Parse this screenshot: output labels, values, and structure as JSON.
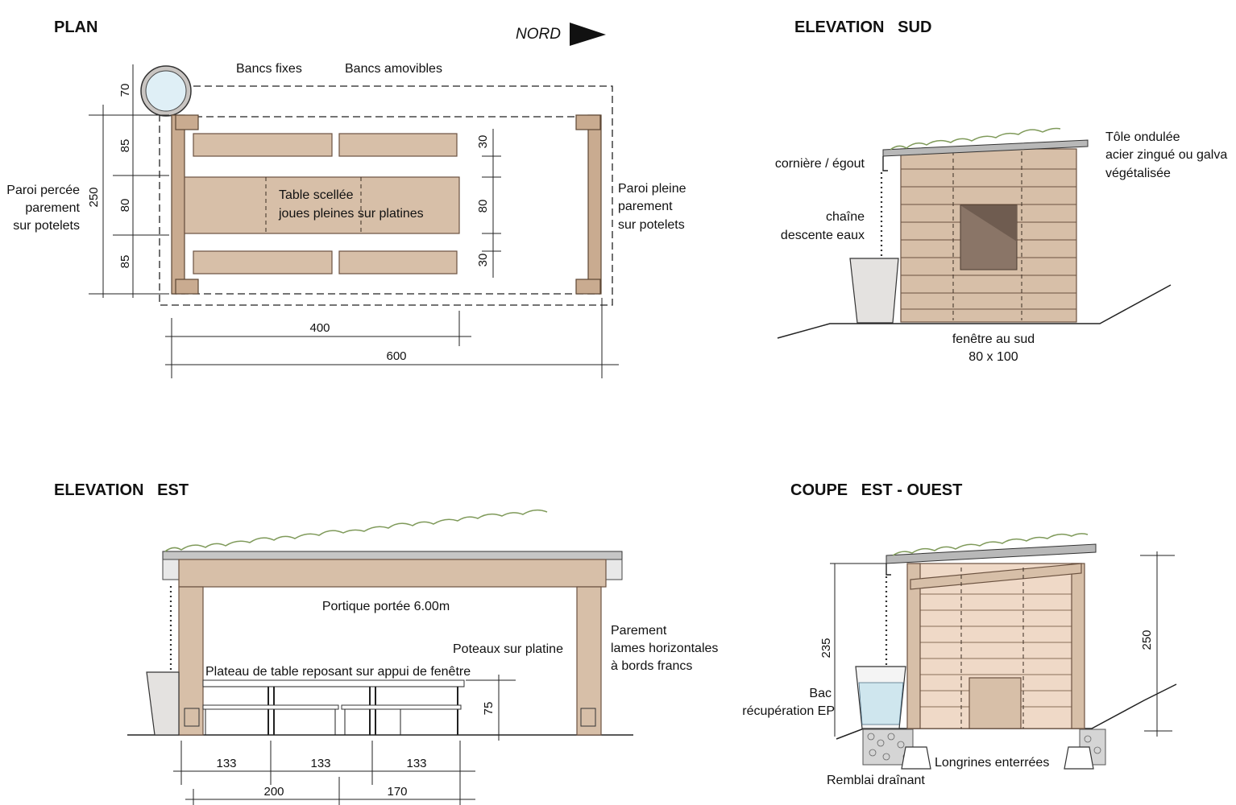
{
  "titles": {
    "plan": "PLAN",
    "elev_sud": "ELEVATION   SUD",
    "elev_est": "ELEVATION   EST",
    "coupe": "COUPE   EST - OUEST"
  },
  "plan": {
    "nord": "NORD",
    "bancs_fixes": "Bancs fixes",
    "bancs_amovibles": "Bancs amovibles",
    "paroi_percee": [
      "Paroi percée",
      "parement",
      "sur potelets"
    ],
    "paroi_pleine": [
      "Paroi pleine",
      "parement",
      "sur potelets"
    ],
    "table": [
      "Table scellée",
      "joues pleines sur platines"
    ],
    "dims_left": [
      "70",
      "85",
      "250",
      "80",
      "85"
    ],
    "dims_right": [
      "30",
      "80",
      "30"
    ],
    "dim_400": "400",
    "dim_600": "600"
  },
  "sud": {
    "corniere": "cornière / égout",
    "chaine": [
      "chaîne",
      "descente eaux"
    ],
    "tole": [
      "Tôle ondulée",
      "acier zingué ou galva",
      "végétalisée"
    ],
    "fenetre": [
      "fenêtre au sud",
      "80 x 100"
    ]
  },
  "est": {
    "portique": "Portique portée 6.00m",
    "poteaux": "Poteaux sur platine",
    "plateau": "Plateau de table reposant sur appui de fenêtre",
    "parement": [
      "Parement",
      "lames horizontales",
      "à bords francs"
    ],
    "dim_75": "75",
    "dims_133": [
      "133",
      "133",
      "133"
    ],
    "dim_200": "200",
    "dim_170": "170"
  },
  "coupe": {
    "dim_235": "235",
    "dim_250": "250",
    "bac": [
      "Bac",
      "récupération EP"
    ],
    "longrines": "Longrines enterrées",
    "remblai": "Remblai draînant"
  },
  "colors": {
    "wood": "#d7bfa8",
    "wood_dark": "#6b5240",
    "roof_green": "#9fb07a",
    "water": "#cfe6ee"
  }
}
